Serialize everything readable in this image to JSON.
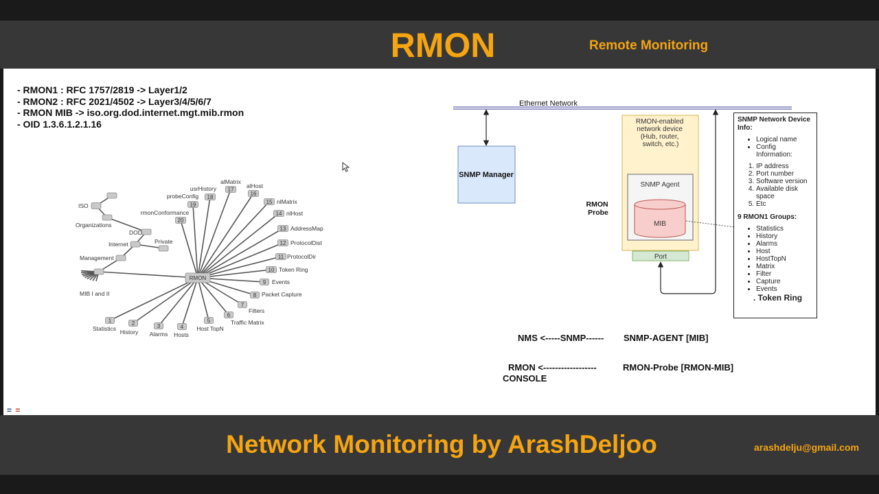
{
  "header": {
    "title": "RMON",
    "subtitle": "Remote Monitoring"
  },
  "notes": [
    "- RMON1 : RFC 1757/2819 -> Layer1/2",
    "- RMON2 : RFC 2021/4502 -> Layer3/4/5/6/7",
    "- RMON MIB -> iso.org.dod.internet.mgt.mib.rmon",
    "- OID 1.3.6.1.2.1.16"
  ],
  "tree": {
    "hierarchy": [
      "ISO",
      "Organizations",
      "DOD",
      "Internet",
      "Private",
      "Management",
      "MIB I and II"
    ],
    "root": "RMON",
    "groups": [
      {
        "num": "1",
        "label": "Statistics"
      },
      {
        "num": "2",
        "label": "History"
      },
      {
        "num": "3",
        "label": "Alarms"
      },
      {
        "num": "4",
        "label": "Hosts"
      },
      {
        "num": "5",
        "label": "Host TopN"
      },
      {
        "num": "6",
        "label": "Traffic Matrix"
      },
      {
        "num": "7",
        "label": "Filters"
      },
      {
        "num": "8",
        "label": "Packet Capture"
      },
      {
        "num": "9",
        "label": "Events"
      },
      {
        "num": "10",
        "label": "Token Ring"
      },
      {
        "num": "11",
        "label": "ProtocolDir"
      },
      {
        "num": "12",
        "label": "ProtocolDist"
      },
      {
        "num": "13",
        "label": "AddressMap"
      },
      {
        "num": "14",
        "label": "nlHost"
      },
      {
        "num": "15",
        "label": "nlMatrix"
      },
      {
        "num": "16",
        "label": "alHost"
      },
      {
        "num": "17",
        "label": "alMatrix"
      },
      {
        "num": "18",
        "label": "usrHistory"
      },
      {
        "num": "19",
        "label": "probeConfig"
      },
      {
        "num": "20",
        "label": "rmonConformance"
      }
    ]
  },
  "network": {
    "ethernet": "Ethernet Network",
    "manager": "SNMP Manager",
    "device": [
      "RMON-enabled",
      "network device",
      "(Hub, router,",
      "switch, etc.)"
    ],
    "agent": "SNMP Agent",
    "mib": "MIB",
    "port": "Port",
    "probe": [
      "RMON",
      "Probe"
    ]
  },
  "info_panel": {
    "title_line1": "SNMP Network Device",
    "title_line2": "Info:",
    "bullets": [
      [
        "Logical name"
      ],
      [
        "Config",
        "Information:"
      ]
    ],
    "config": [
      [
        "IP address"
      ],
      [
        "Port number"
      ],
      [
        "Software version"
      ],
      [
        "Available disk",
        "space"
      ],
      [
        "Etc"
      ]
    ],
    "groups_title": "9 RMON1 Groups:",
    "groups": [
      "Statistics",
      "History",
      "Alarms",
      "Host",
      "HostTopN",
      "Matrix",
      "Filter",
      "Capture",
      "Events"
    ],
    "token_ring": ". Token Ring"
  },
  "flows": {
    "line1_left": "NMS <-----SNMP------",
    "line1_right": "SNMP-AGENT [MIB]",
    "line2_left_1": "RMON <------------------",
    "line2_left_2": "CONSOLE",
    "line2_right": "RMON-Probe [RMON-MIB]"
  },
  "footer": {
    "title": "Network Monitoring by ArashDeljoo",
    "email": "arashdelju@gmail.com"
  },
  "colors": {
    "accent": "#f5a511",
    "bar": "#373737",
    "manager_fill": "#dae8fc",
    "device_fill": "#fff2cc",
    "mib_fill": "#f8cecc",
    "port_fill": "#d5e8d4"
  }
}
